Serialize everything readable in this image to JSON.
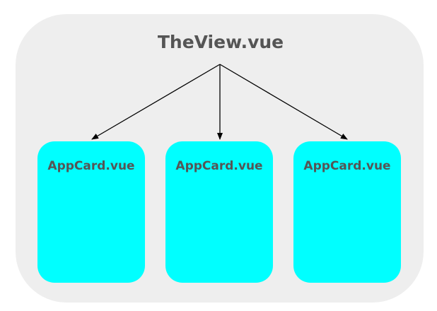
{
  "parent": {
    "label": "TheView.vue"
  },
  "children": [
    {
      "label": "AppCard.vue"
    },
    {
      "label": "AppCard.vue"
    },
    {
      "label": "AppCard.vue"
    }
  ],
  "colors": {
    "container_bg": "#eeeeee",
    "card_bg": "#00ffff",
    "text": "#555555",
    "arrow": "#000000"
  }
}
